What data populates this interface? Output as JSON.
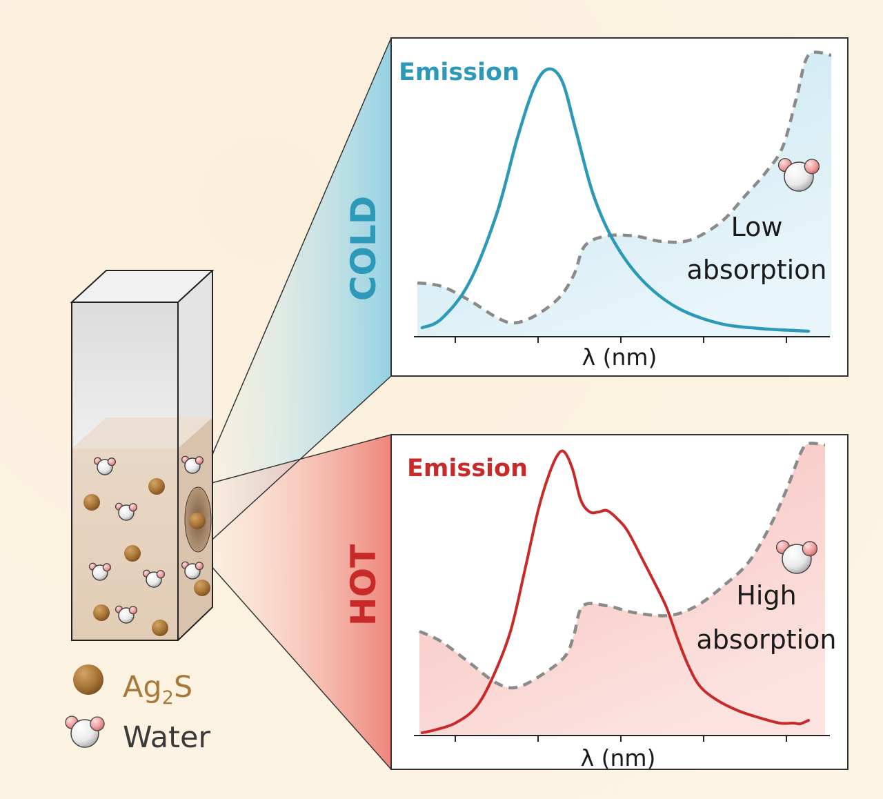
{
  "colors": {
    "cold": "#2d99b9",
    "hot": "#c82a2a",
    "absorption": "#8a8a8a",
    "ag2s": "#a87a3a",
    "water": "#3a3a3a"
  },
  "panels": {
    "cold": {
      "state_label": "COLD",
      "emission_label": "Emission",
      "absorption_line1": "Low",
      "absorption_line2": "absorption",
      "xlabel": "λ (nm)"
    },
    "hot": {
      "state_label": "HOT",
      "emission_label": "Emission",
      "absorption_line1": "High",
      "absorption_line2": "absorption",
      "xlabel": "λ (nm)"
    }
  },
  "legend": {
    "ag2s_main": "Ag",
    "ag2s_sub": "2",
    "ag2s_tail": "S",
    "water": "Water"
  },
  "icons": {
    "cuvette": "cuvette-icon",
    "ag2s": "ag2s-nanoparticle-icon",
    "water": "water-molecule-icon"
  }
}
